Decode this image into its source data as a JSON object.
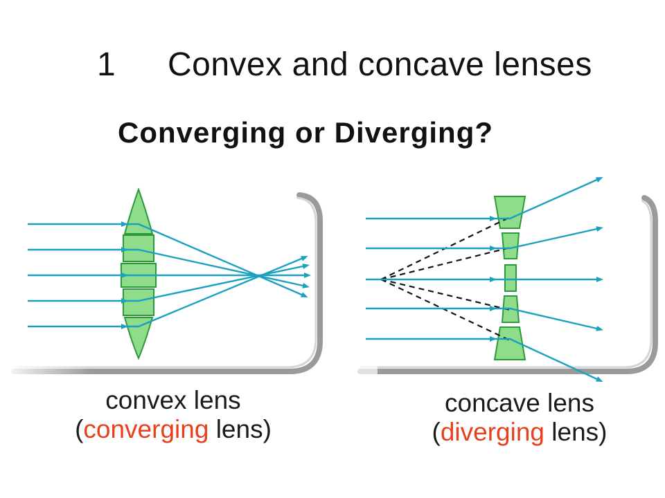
{
  "slide": {
    "number": "1",
    "title": "Convex and concave lenses",
    "subtitle": "Converging or Diverging?"
  },
  "convex": {
    "caption_line1": "convex lens",
    "caption_open": "(",
    "caption_highlight": "converging",
    "caption_rest": " lens)"
  },
  "concave": {
    "caption_line1": "concave lens",
    "caption_open": "(",
    "caption_highlight": "diverging",
    "caption_rest": " lens)"
  },
  "colors": {
    "ray": "#1ca0c0",
    "lens_fill": "#8fdc8a",
    "lens_stroke": "#2a9a3a",
    "panel_shadow": "#9a9a9a",
    "highlight": "#e8401c"
  }
}
